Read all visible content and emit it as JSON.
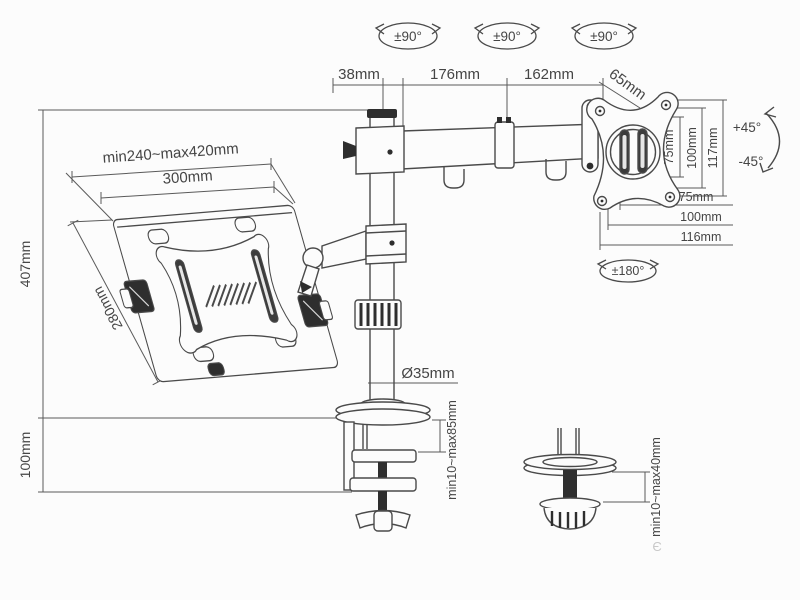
{
  "colors": {
    "line": "#4a4a4a",
    "thin_line": "#5a5a5a",
    "text": "#454545",
    "dark_fill": "#2e2e2e",
    "background": "#fcfcfc"
  },
  "rotation_badges": {
    "pole_top": "±90°",
    "arm_mid": "±90°",
    "arm_end": "±90°",
    "vesa": "±180°"
  },
  "top_dimensions": {
    "pole_offset": "38mm",
    "arm_segment_1": "176mm",
    "arm_segment_2": "162mm",
    "vesa_offset": "65mm"
  },
  "vesa": {
    "vertical": [
      "75mm",
      "100mm",
      "117mm"
    ],
    "horizontal": [
      "75mm",
      "100mm",
      "116mm"
    ],
    "tilt_up": "+45°",
    "tilt_down": "-45°"
  },
  "tray": {
    "width_range": "min240~max420mm",
    "width": "300mm",
    "depth": "280mm"
  },
  "left_dimensions": {
    "pole_height": "407mm",
    "clamp_height": "100mm"
  },
  "pole": {
    "diameter": "Ø35mm"
  },
  "desk_clamp": {
    "thickness_range": "min10~max85mm"
  },
  "grommet_mount": {
    "thickness_range": "min10~max40mm"
  },
  "watermark": "Є"
}
